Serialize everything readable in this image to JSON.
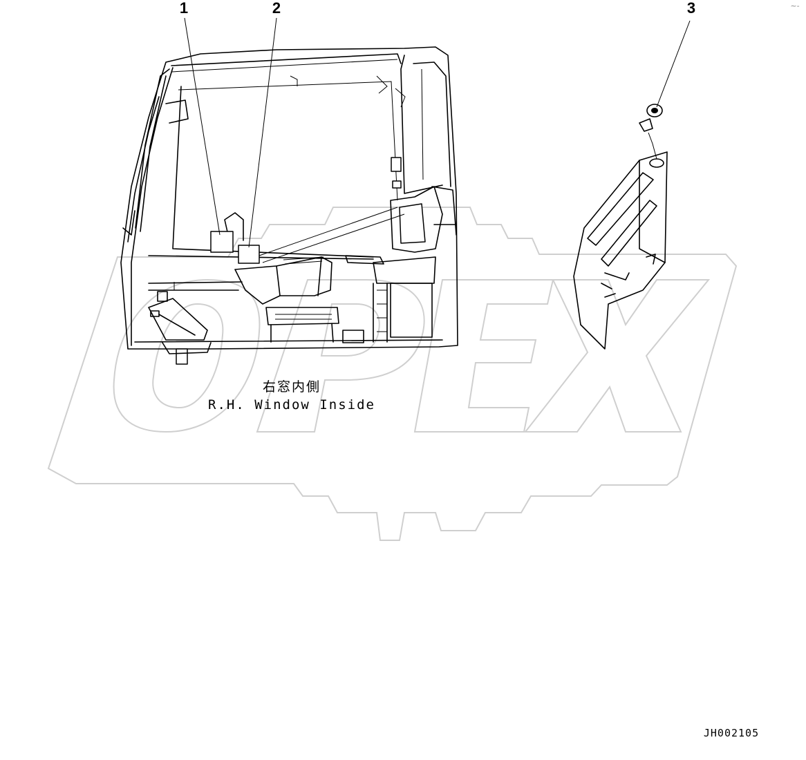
{
  "watermark": {
    "text": "OPEX"
  },
  "callouts": [
    {
      "id": "1",
      "label": "1"
    },
    {
      "id": "2",
      "label": "2"
    },
    {
      "id": "3",
      "label": "3"
    }
  ],
  "note": {
    "jp": "右窓内側",
    "en": "R.H. Window Inside"
  },
  "drawing_code": "JH002105",
  "corner_mark": "~-"
}
